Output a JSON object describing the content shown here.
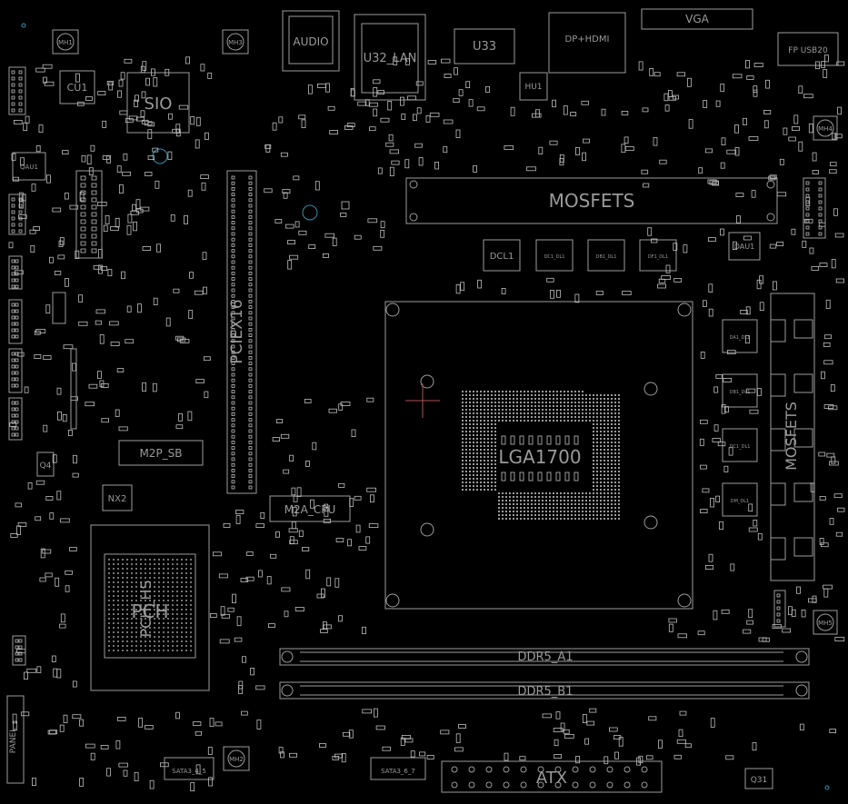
{
  "view": "Boardview",
  "labels": {
    "audio": "AUDIO",
    "u32_lan": "U32_LAN",
    "u33": "U33",
    "dp_hdmi": "DP+HDMI",
    "vga": "VGA",
    "fp_usb20": "FP USB20",
    "sio": "SIO",
    "cu1": "CU1",
    "qau1": "QAU1",
    "hu1": "HU1",
    "mosfets": "MOSFETS",
    "dcl1": "DCL1",
    "dau1": "DAU1",
    "pciex16": "PCIEX16",
    "m2p_sb": "M2P_SB",
    "m2a_cpu": "M2A_CPU",
    "nx2": "NX2",
    "q4": "Q4",
    "pch": "PCH",
    "pch_hs": "PCH_HS",
    "lga1700": "LGA1700",
    "ddr5_a1": "DDR5_A1",
    "ddr5_b1": "DDR5_B1",
    "atx": "ATX",
    "sata_4_5": "SATA3_4_5",
    "sata_6_7": "SATA3_6_7",
    "q31": "Q31",
    "mosfets_right": "MOSFETS",
    "mh1": "MH1",
    "mh2": "MH2",
    "mh3": "MH3",
    "mh4": "MH4",
    "mh5": "MH5",
    "dcl_small": [
      "DC1_DL1",
      "DB1_DL1",
      "DF1_DL1"
    ],
    "phase_right": [
      "DA1_DL1",
      "DB1_DL1",
      "DC1_DL1",
      "DM_DL1"
    ],
    "panel": "PANEL"
  },
  "colors": {
    "background": "#000000",
    "outline": "#9c9c9c",
    "label": "#9a9a9a",
    "holes": "#3a8fa8"
  }
}
